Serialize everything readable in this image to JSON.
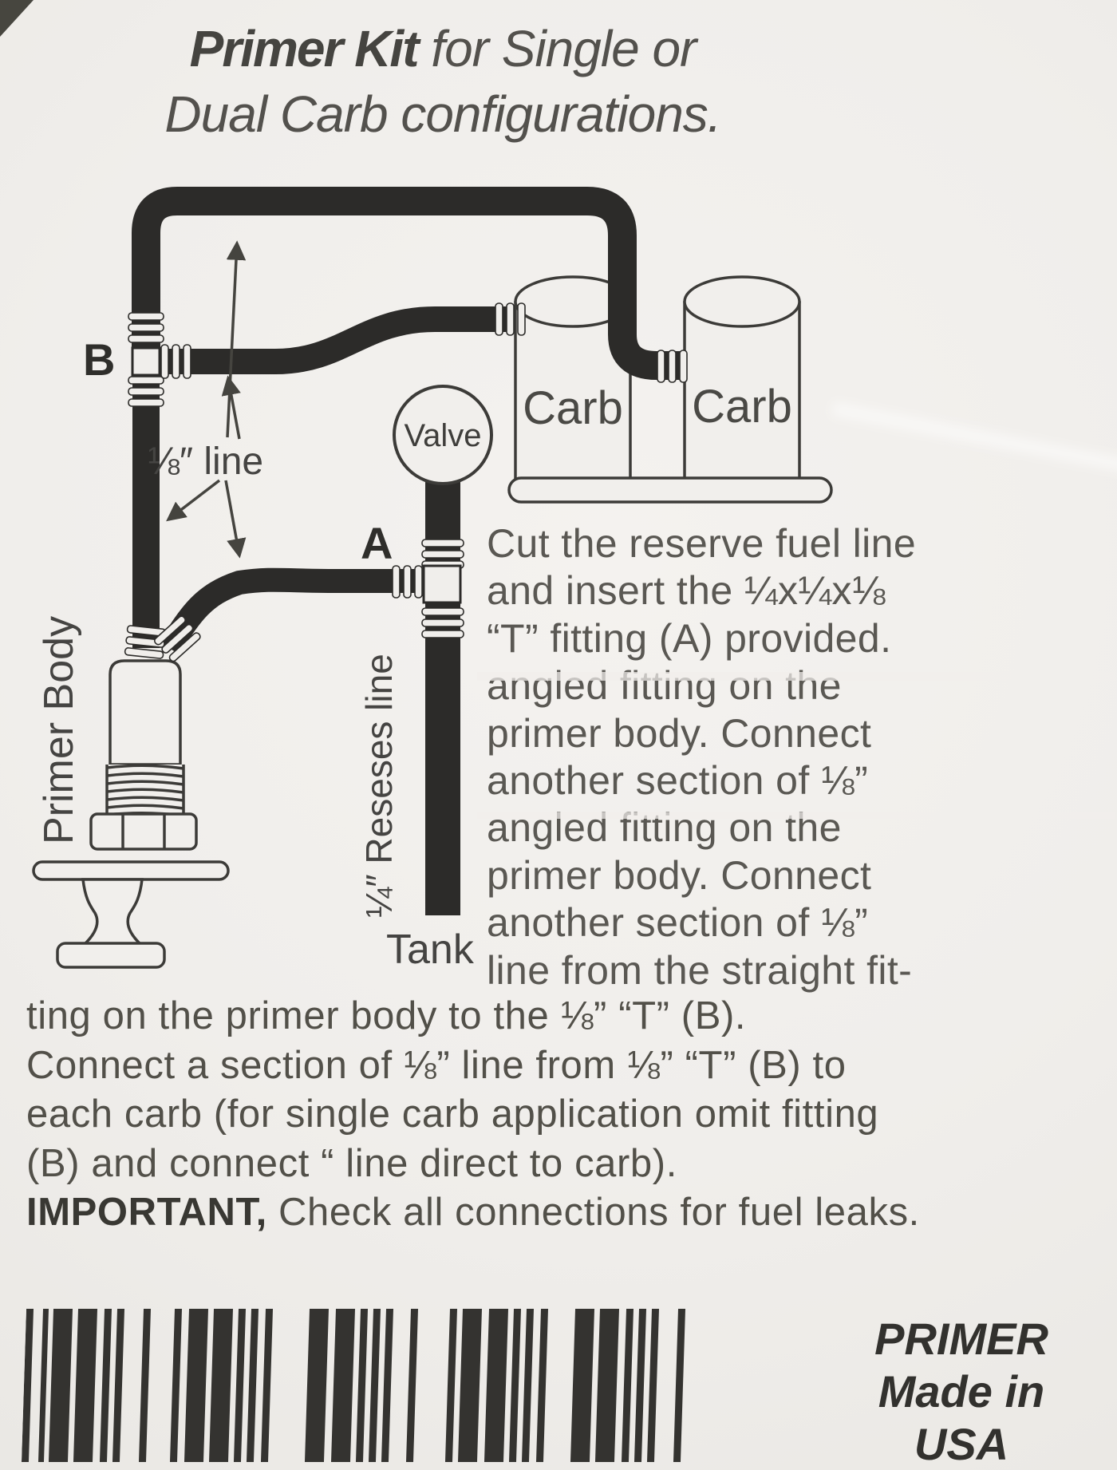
{
  "title": {
    "line1_bold": "Primer Kit",
    "line1_rest": " for Single or",
    "line2": "Dual Carb configurations."
  },
  "diagram": {
    "labels": {
      "fitting_b": "B",
      "fitting_a": "A",
      "valve": "Valve",
      "carb_left": "Carb",
      "carb_right": "Carb",
      "eighth_line": "⅛″ line",
      "primer_body": "Primer Body",
      "reserve_line": "¼″ Reseses line",
      "tank": "Tank"
    }
  },
  "instructions": {
    "column_lines": [
      "Cut the reserve fuel line",
      "and insert the ¼x¼x⅛",
      "“T” fitting (A) provided.",
      "angled fitting on the",
      "primer body. Connect",
      "another section of ⅛”",
      "angled fitting on the",
      "primer body. Connect",
      "another section of ⅛”",
      "line from the straight fit-"
    ],
    "full_lines": [
      "ting on the primer body to the  ⅛” “T” (B).",
      "Connect a section of ⅛” line from ⅛” “T” (B) to",
      "each carb (for single carb application omit fitting",
      "(B) and connect “ line direct to carb)."
    ],
    "important_bold": "IMPORTANT,",
    "important_rest": " Check all connections for fuel leaks."
  },
  "footer": {
    "made_in": [
      "PRIMER",
      "Made in",
      "USA"
    ],
    "barcode_bars": [
      [
        9,
        12
      ],
      [
        7,
        6
      ],
      [
        24,
        7
      ],
      [
        24,
        9
      ],
      [
        9,
        7
      ],
      [
        9,
        24
      ],
      [
        9,
        30
      ],
      [
        9,
        9
      ],
      [
        24,
        7
      ],
      [
        24,
        7
      ],
      [
        9,
        7
      ],
      [
        9,
        9
      ],
      [
        9,
        46
      ],
      [
        24,
        9
      ],
      [
        24,
        7
      ],
      [
        9,
        7
      ],
      [
        9,
        7
      ],
      [
        9,
        22
      ],
      [
        9,
        40
      ],
      [
        9,
        7
      ],
      [
        24,
        9
      ],
      [
        24,
        7
      ],
      [
        9,
        7
      ],
      [
        9,
        9
      ],
      [
        9,
        34
      ],
      [
        24,
        7
      ],
      [
        24,
        9
      ],
      [
        9,
        7
      ],
      [
        9,
        7
      ],
      [
        9,
        24
      ],
      [
        9,
        36
      ],
      [
        24,
        7
      ],
      [
        24,
        7
      ],
      [
        9,
        9
      ],
      [
        9,
        22
      ],
      [
        9,
        18
      ],
      [
        24,
        0
      ]
    ]
  },
  "colors": {
    "paper": "#f1efec",
    "ink": "#2c2b29",
    "body_text": "#5a5853"
  }
}
